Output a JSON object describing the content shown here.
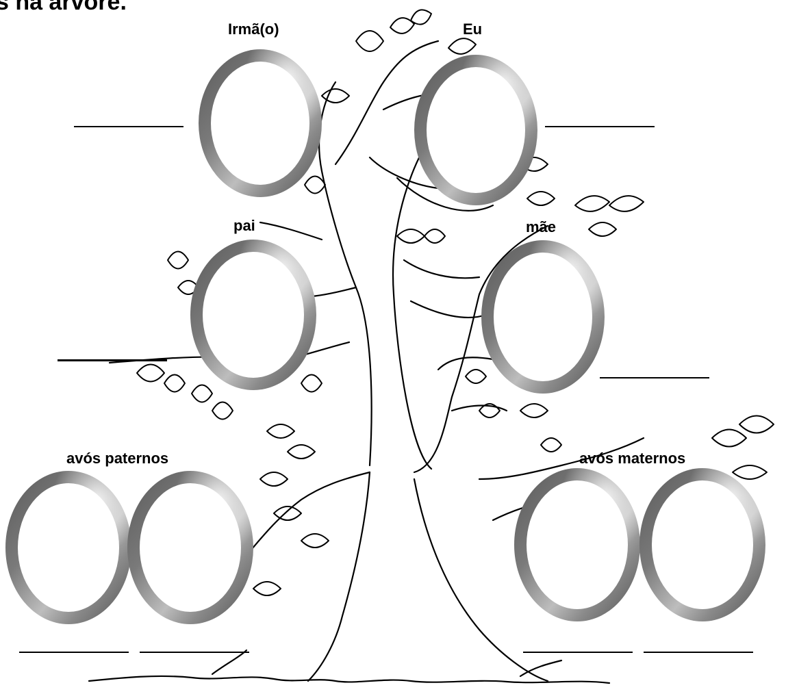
{
  "heading": "s na árvore.",
  "labels": {
    "sibling": "Irmã(o)",
    "me": "Eu",
    "father": "pai",
    "mother": "mãe",
    "paternal_grandparents": "avós paternos",
    "maternal_grandparents": "avós maternos"
  },
  "colors": {
    "frame_dark": "#4a4a4a",
    "frame_mid": "#6e6e6e",
    "frame_light": "#e6e6e6",
    "ink": "#000000"
  }
}
